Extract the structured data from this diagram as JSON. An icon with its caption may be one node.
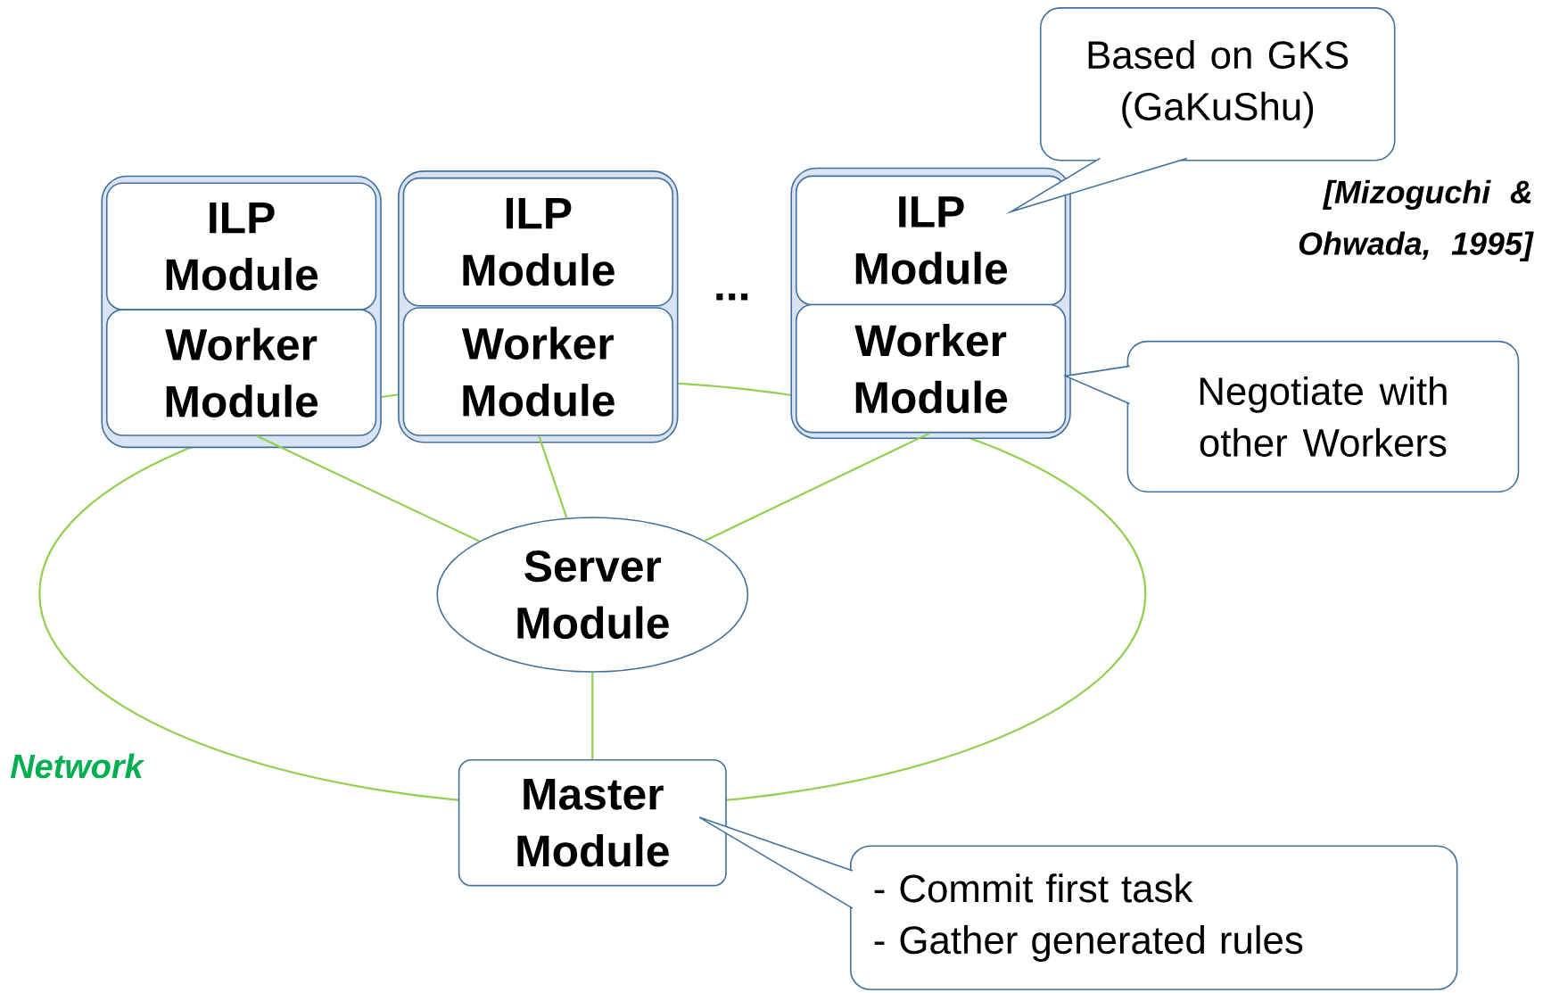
{
  "diagram": {
    "nodes": [
      {
        "text": [],
        "shape": "box"
      },
      {
        "text": [
          "ILP Module"
        ],
        "in": 0
      },
      {
        "text": [
          "Worker Module"
        ],
        "in": 0
      },
      {
        "text": [],
        "shape": "box"
      },
      {
        "text": [
          "ILP Module"
        ],
        "in": 3
      },
      {
        "text": [
          "Worker Module"
        ],
        "in": 3
      },
      {
        "text": [],
        "shape": "box"
      },
      {
        "text": [
          "ILP Module"
        ],
        "in": 6
      },
      {
        "text": [
          "Worker Module"
        ],
        "in": 6
      },
      {
        "text": [
          "Server Module"
        ]
      },
      {
        "text": [
          "Master Module"
        ]
      },
      {
        "text": [
          "Based on GKS (GaKuShu)"
        ]
      },
      {
        "text": [
          "Negotiate with other Workers"
        ]
      },
      {
        "text": [
          "- Commit first task",
          "- Gather generated rules"
        ]
      }
    ],
    "edges": [
      {
        "from": 2,
        "to": 9,
        "arrow": "none"
      },
      {
        "from": 5,
        "to": 9,
        "arrow": "none"
      },
      {
        "from": 8,
        "to": 9,
        "arrow": "none"
      },
      {
        "from": 9,
        "to": 10,
        "arrow": "none"
      }
    ],
    "labels": [
      "...",
      "[Mizoguchi & Ohwada, 1995]",
      "Network"
    ]
  }
}
